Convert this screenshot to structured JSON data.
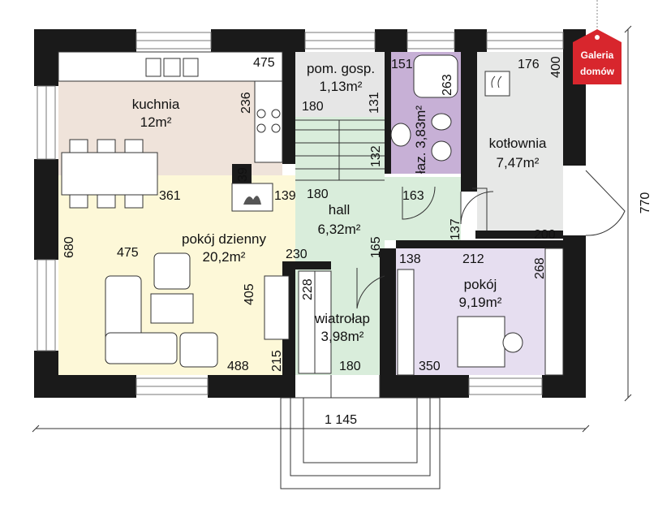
{
  "brand": {
    "line1": "Galeria",
    "line2": "domów",
    "color": "#d8262d"
  },
  "colors": {
    "kitchen": "#efe3da",
    "living": "#fdf8d8",
    "hall": "#d9eddb",
    "bath": "#c7b0d6",
    "pantry": "#e6e6e6",
    "boiler": "#e7e8e7",
    "room": "#e6def0",
    "wall": "#1a1a1a"
  },
  "rooms": {
    "kitchen": {
      "name": "kuchnia",
      "area": "12m²"
    },
    "pantry": {
      "name": "pom. gosp.",
      "area": "1,13m²"
    },
    "bath": {
      "label": "łaz. 3,83m²"
    },
    "boiler": {
      "name": "kotłownia",
      "area": "7,47m²"
    },
    "living": {
      "name": "pokój dzienny",
      "area": "20,2m²"
    },
    "hall": {
      "name": "hall",
      "area": "6,32m²"
    },
    "vestibule": {
      "name": "wiatrołap",
      "area": "3,98m²"
    },
    "room": {
      "name": "pokój",
      "area": "9,19m²"
    }
  },
  "dims": {
    "d475_top": "475",
    "d236": "236",
    "d180_pantry": "180",
    "d131": "131",
    "d151": "151",
    "d263": "263",
    "d176": "176",
    "d400": "400",
    "d132": "132",
    "d39": "39",
    "d361": "361",
    "d139": "139",
    "d180_hall": "180",
    "d163": "163",
    "d137": "137",
    "d200": "200",
    "d680": "680",
    "d475_living": "475",
    "d230": "230",
    "d165": "165",
    "d138": "138",
    "d212": "212",
    "d268": "268",
    "d405": "405",
    "d228": "228",
    "d215": "215",
    "d488": "488",
    "d180_bottom": "180",
    "d350": "350",
    "d1145": "1 145",
    "d770": "770"
  }
}
